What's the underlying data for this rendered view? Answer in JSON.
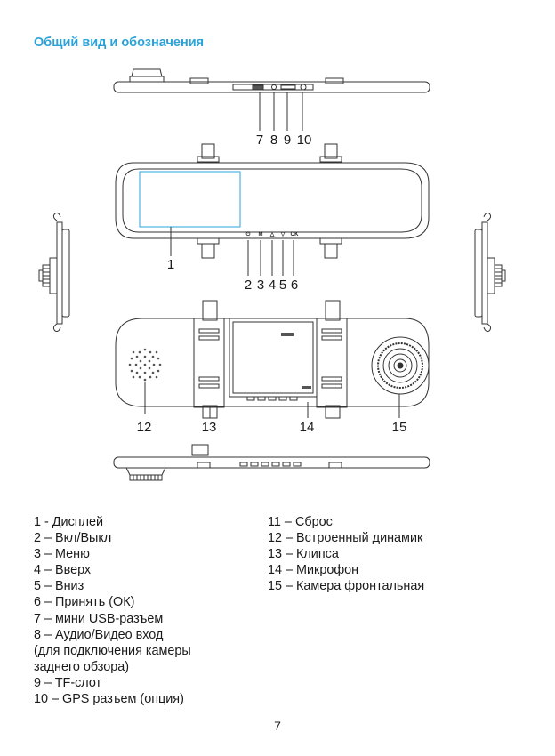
{
  "page_title": "Общий вид и обозначения",
  "callouts": {
    "top": [
      "7",
      "8",
      "9",
      "10"
    ],
    "front": [
      "1",
      "2",
      "3",
      "4",
      "5",
      "6"
    ],
    "back": [
      "12",
      "13",
      "14",
      "15"
    ]
  },
  "button_glyphs": [
    "⏻",
    "M",
    "△",
    "▽",
    "OK"
  ],
  "legend_left": [
    "1 - Дисплей",
    "2 – Вкл/Выкл",
    "3 – Меню",
    "4 – Вверх",
    "5 – Вниз",
    "6 – Принять (ОК)",
    "7 – мини USB-разъем",
    "8 – Аудио/Видео вход",
    "(для подключения камеры",
    "заднего обзора)",
    "9 – TF-слот",
    "10 – GPS разъем (опция)"
  ],
  "legend_right": [
    "11 – Сброс",
    "12 – Встроенный динамик",
    "13 – Клипса",
    "14 – Микрофон",
    "15 – Камера фронтальная"
  ],
  "page_number": "7",
  "colors": {
    "title": "#2aa3d8",
    "display_outline": "#2aa3d8",
    "line": "#333333"
  }
}
